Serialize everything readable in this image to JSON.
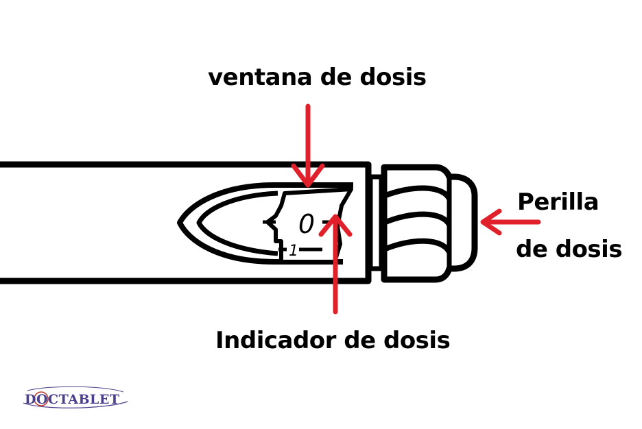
{
  "labels": {
    "dose_window": "ventana de dosis",
    "dose_knob_line1": "Perilla",
    "dose_knob_line2": "de dosis",
    "dose_indicator": "Indicador de dosis"
  },
  "dose_display": {
    "current_value": "0",
    "next_value": "1"
  },
  "logo": {
    "text": "DOCTABLET"
  },
  "colors": {
    "outline": "#000000",
    "arrow": "#e0202a",
    "logo_primary": "#4a3f8c",
    "logo_accent": "#c0392b"
  }
}
